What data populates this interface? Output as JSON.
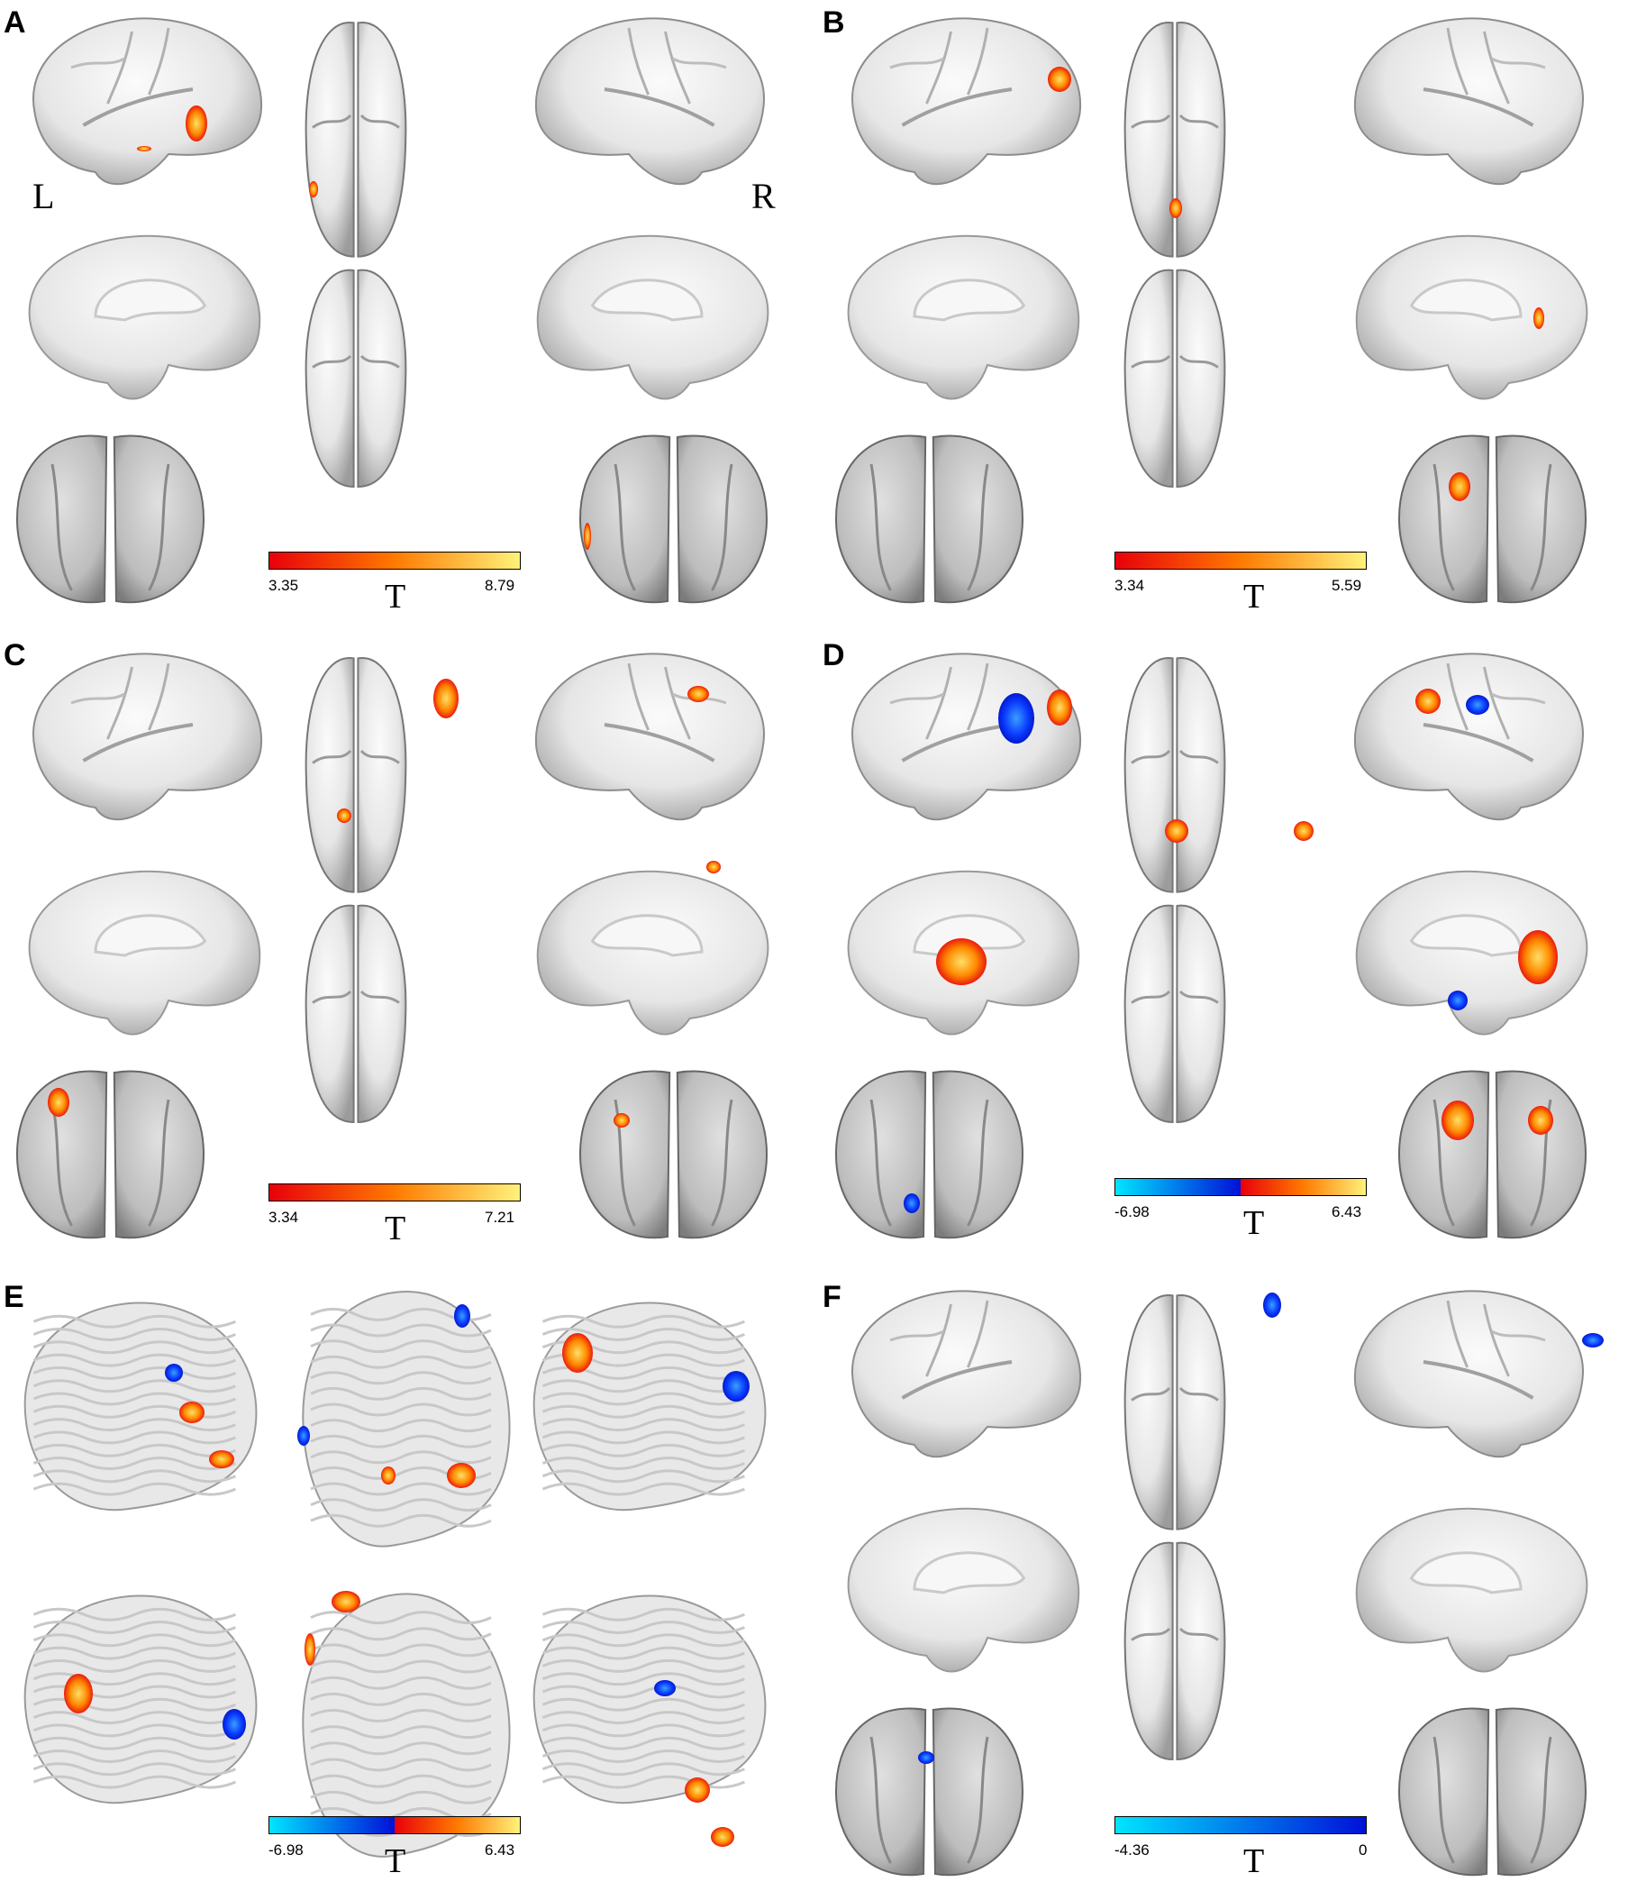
{
  "figure": {
    "panels": [
      {
        "letter": "A",
        "orientation_left": "L",
        "orientation_right": "R",
        "colorbar": {
          "scale": "hot",
          "min_label": "3.35",
          "max_label": "8.79",
          "stat_label": "T"
        }
      },
      {
        "letter": "B",
        "colorbar": {
          "scale": "hot",
          "min_label": "3.34",
          "max_label": "5.59",
          "stat_label": "T"
        }
      },
      {
        "letter": "C",
        "colorbar": {
          "scale": "hot",
          "min_label": "3.34",
          "max_label": "7.21",
          "stat_label": "T"
        }
      },
      {
        "letter": "D",
        "colorbar": {
          "scale": "cold-hot",
          "min_label": "-6.98",
          "max_label": "6.43",
          "stat_label": "T"
        }
      },
      {
        "letter": "E",
        "colorbar": {
          "scale": "cold-hot",
          "min_label": "-6.98",
          "max_label": "6.43",
          "stat_label": "T"
        }
      },
      {
        "letter": "F",
        "colorbar": {
          "scale": "cold",
          "min_label": "-4.36",
          "max_label": "0",
          "stat_label": "T"
        }
      }
    ],
    "colors": {
      "hot_start": "#e8000a",
      "hot_mid": "#ff7a00",
      "hot_end": "#fff27a",
      "cold_start": "#00e5ff",
      "cold_end": "#0010d8",
      "cortex_light": "#f0f0f0",
      "cortex_dark": "#8a8a8a"
    }
  }
}
